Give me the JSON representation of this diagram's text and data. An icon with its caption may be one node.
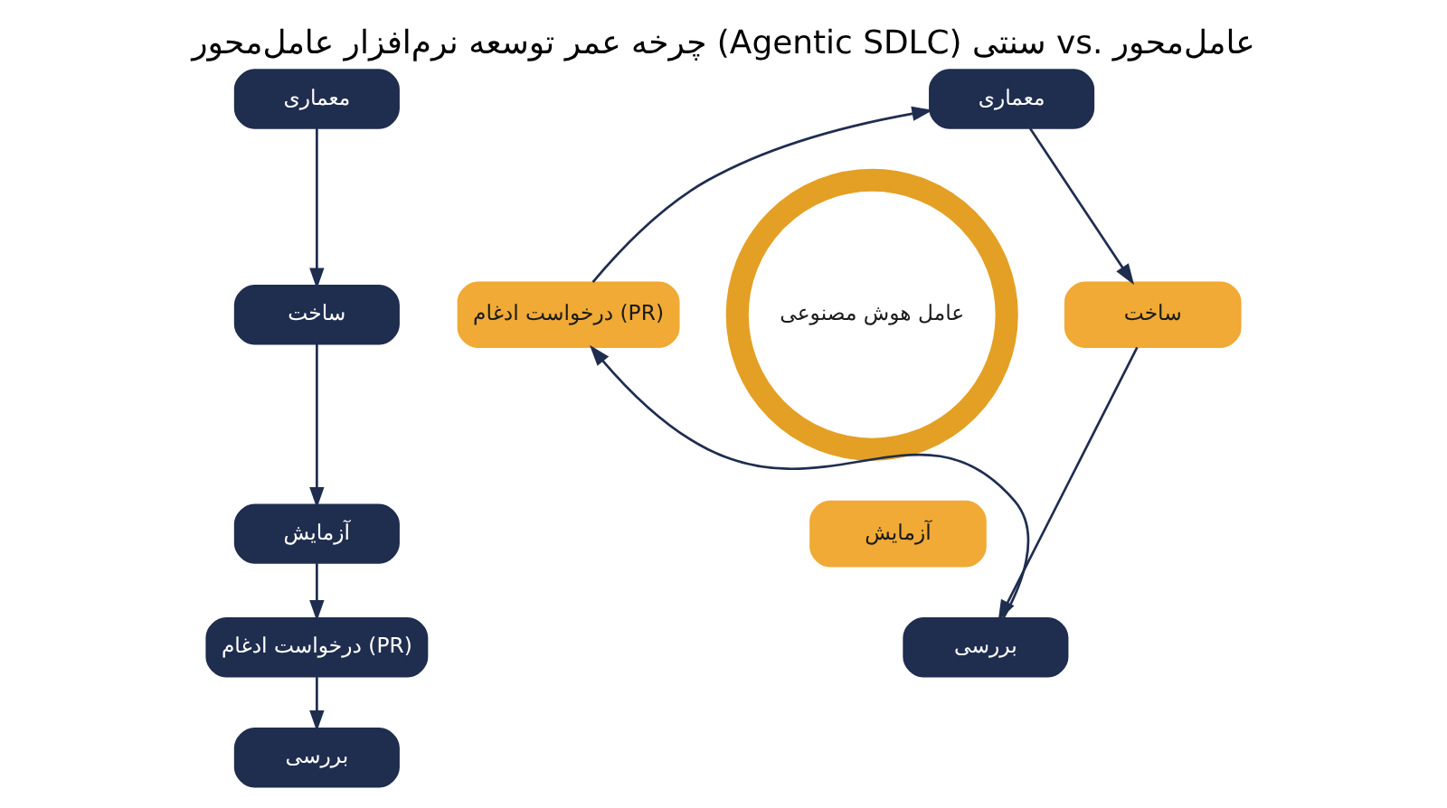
{
  "diagram": {
    "title": "چرخه عمر توسعه نرم‌افزار عامل‌محور (Agentic SDLC) سنتی vs. عامل‌محور",
    "nodes": [
      {
        "text": [
          "معماری"
        ]
      },
      {
        "text": [
          "ساخت"
        ]
      },
      {
        "text": [
          "آزمایش"
        ]
      },
      {
        "text": [
          "درخواست ادغام (PR)"
        ]
      },
      {
        "text": [
          "بررسی"
        ]
      },
      {
        "text": [
          "معماری"
        ]
      },
      {
        "text": [
          "ساخت"
        ]
      },
      {
        "text": [
          "آزمایش"
        ]
      },
      {
        "text": [
          "درخواست ادغام (PR)"
        ]
      },
      {
        "text": [
          "بررسی"
        ]
      },
      {
        "text": [
          "عامل هوش مصنوعی"
        ]
      }
    ],
    "edges": [
      {
        "from": 0,
        "to": 1,
        "arrow": "to"
      },
      {
        "from": 1,
        "to": 2,
        "arrow": "to"
      },
      {
        "from": 2,
        "to": 3,
        "arrow": "to"
      },
      {
        "from": 3,
        "to": 4,
        "arrow": "to"
      },
      {
        "from": 5,
        "to": 6,
        "arrow": "to"
      },
      {
        "from": 6,
        "to": 9,
        "arrow": "to"
      },
      {
        "from": 9,
        "to": 8,
        "arrow": "to"
      },
      {
        "from": 8,
        "to": 5,
        "arrow": "to"
      }
    ]
  }
}
